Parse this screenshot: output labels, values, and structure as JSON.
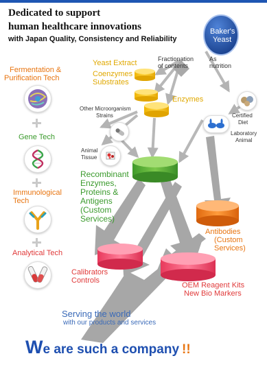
{
  "header": {
    "line1": "Dedicated to support",
    "line2": "human healthcare innovations",
    "line3": "with Japan Quality, Consistency and Reliability"
  },
  "badge": {
    "label_line1": "Baker's",
    "label_line2": "Yeast"
  },
  "fractionation": {
    "line1": "Fractionation",
    "line2": "of contents",
    "as_line1": "As",
    "as_line2": "nutrition"
  },
  "sources": {
    "yeast_extract": "Yeast Extract",
    "coenzymes_line1": "Coenzymes",
    "coenzymes_line2": "Substrates",
    "enzymes": "Enzymes",
    "microorganism_line1": "Other Microorganism",
    "microorganism_line2": "Strains",
    "animal_tissue_line1": "Animal",
    "animal_tissue_line2": "Tissue",
    "certified_diet_line1": "Certified",
    "certified_diet_line2": "Diet",
    "lab_animal_line1": "Laboratory",
    "lab_animal_line2": "Animal"
  },
  "technologies": [
    {
      "line1": "Fermentation &",
      "line2": "Purification Tech"
    },
    {
      "line1": "Gene Tech",
      "line2": ""
    },
    {
      "line1": "Immunological",
      "line2": "Tech"
    },
    {
      "line1": "Analytical Tech",
      "line2": ""
    }
  ],
  "products": {
    "recombinant": [
      "Recombinant",
      "Enzymes,",
      "Proteins &",
      "Antigens",
      "(Custom",
      "Services)"
    ],
    "antibodies": [
      "Antibodies",
      "(Custom",
      "Services)"
    ],
    "calibrators": [
      "Calibrators",
      "Controls"
    ],
    "oem": [
      "OEM Reagent Kits",
      "New Bio Markers"
    ]
  },
  "footer": {
    "serving_line1": "Serving the world",
    "serving_line2": "with our products and services",
    "slogan_first": "W",
    "slogan_rest": "e are such a company",
    "slogan_bang": "!!"
  },
  "colors": {
    "tech_orange": "#e87511",
    "yeast_gold": "#e0a800",
    "recombinant_green": "#3a9a2c",
    "antibody_orange": "#f07a1c",
    "product_pink": "#ec3f63",
    "slogan_blue": "#1e4fb0",
    "badge_blue": "#1a3f8f"
  }
}
